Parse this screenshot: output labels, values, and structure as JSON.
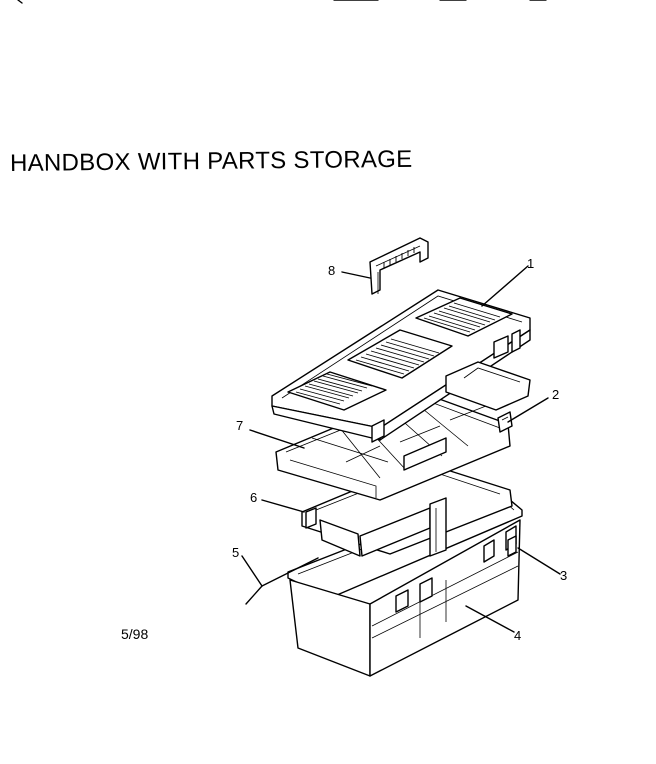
{
  "header": {
    "title": "HANDBOX WITH PARTS STORAGE"
  },
  "footer": {
    "date_code": "5/98"
  },
  "diagram": {
    "callouts": [
      {
        "id": "1",
        "text": "1"
      },
      {
        "id": "2",
        "text": "2"
      },
      {
        "id": "3",
        "text": "3"
      },
      {
        "id": "4",
        "text": "4"
      },
      {
        "id": "5",
        "text": "5"
      },
      {
        "id": "6",
        "text": "6"
      },
      {
        "id": "7",
        "text": "7"
      },
      {
        "id": "8",
        "text": "8"
      }
    ]
  }
}
